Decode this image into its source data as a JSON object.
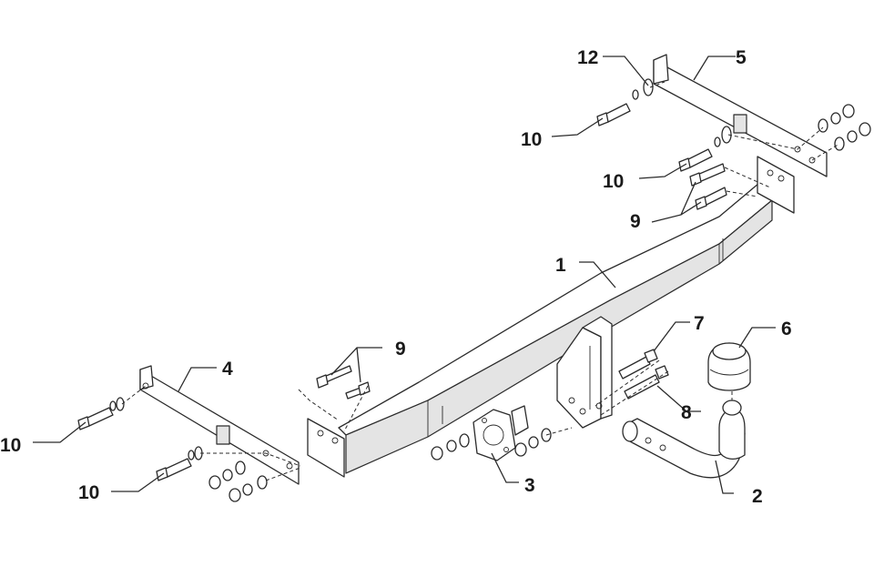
{
  "diagram": {
    "callouts": {
      "c1": "1",
      "c2": "2",
      "c3": "3",
      "c4": "4",
      "c5": "5",
      "c6": "6",
      "c7": "7",
      "c8": "8",
      "c9_top": "9",
      "c9_left": "9",
      "c10_top_a": "10",
      "c10_top_b": "10",
      "c10_left_a": "10",
      "c10_left_b": "10",
      "c12": "12"
    }
  }
}
